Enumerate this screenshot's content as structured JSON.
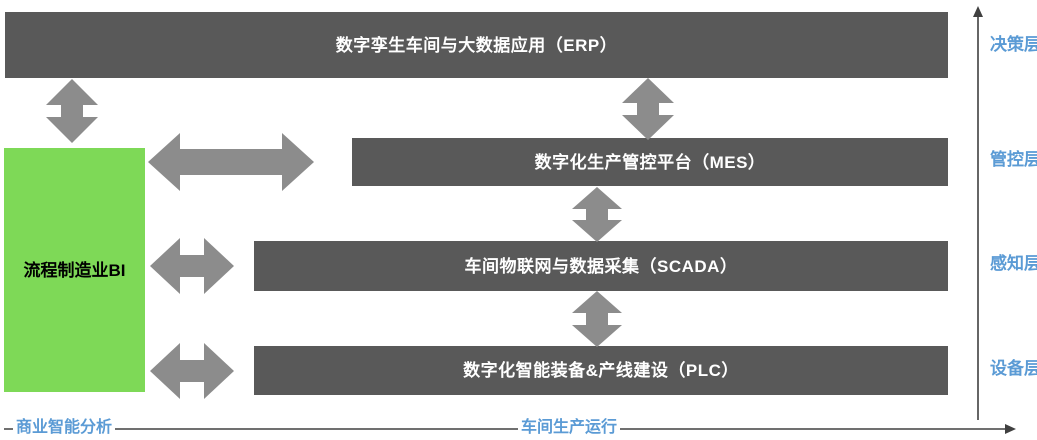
{
  "diagram": {
    "title_text": "",
    "colors": {
      "bar_gray": "#595959",
      "bi_green": "#7ed957",
      "arrow_gray": "#8c8c8c",
      "label_blue": "#5b9bd5",
      "axis_dark": "#404040",
      "background": "#ffffff",
      "bar_text": "#ffffff",
      "bi_text": "#000000"
    },
    "bars": [
      {
        "id": "erp",
        "label": "数字孪生车间与大数据应用（ERP）"
      },
      {
        "id": "mes",
        "label": "数字化生产管控平台（MES）"
      },
      {
        "id": "scada",
        "label": "车间物联网与数据采集（SCADA）"
      },
      {
        "id": "plc",
        "label": "数字化智能装备&产线建设（PLC）"
      }
    ],
    "bi_box": {
      "label": "流程制造业BI"
    },
    "layer_axis": {
      "direction": "up",
      "labels": [
        {
          "id": "decision",
          "label": "决策层"
        },
        {
          "id": "management",
          "label": "管控层"
        },
        {
          "id": "perception",
          "label": "感知层"
        },
        {
          "id": "equipment",
          "label": "设备层"
        }
      ]
    },
    "bottom_axis": {
      "direction": "right",
      "labels": [
        {
          "id": "bi-analysis",
          "label": "商业智能分析"
        },
        {
          "id": "workshop-runtime",
          "label": "车间生产运行"
        }
      ]
    },
    "arrows": [
      {
        "id": "bi-to-erp",
        "kind": "double-vertical"
      },
      {
        "id": "bi-to-mes",
        "kind": "double-horizontal-large"
      },
      {
        "id": "bi-to-scada",
        "kind": "double-horizontal-small"
      },
      {
        "id": "bi-to-plc",
        "kind": "double-horizontal-small"
      },
      {
        "id": "erp-to-mes",
        "kind": "double-vertical"
      },
      {
        "id": "mes-to-scada",
        "kind": "double-vertical"
      },
      {
        "id": "scada-to-plc",
        "kind": "double-vertical"
      }
    ]
  }
}
